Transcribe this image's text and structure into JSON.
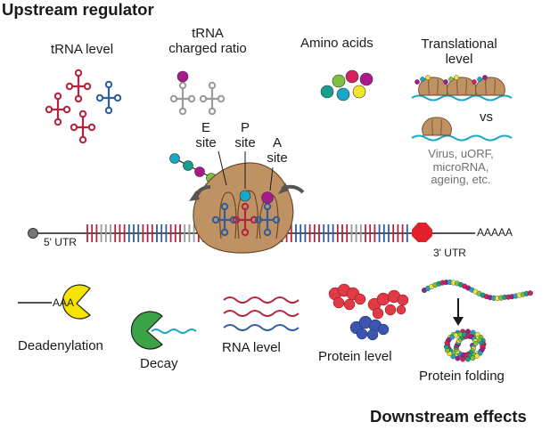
{
  "headers": {
    "upstream": "Upstream regulator",
    "downstream": "Downstream effects"
  },
  "upstream_items": {
    "trna_level": "tRNA level",
    "trna_charged_ratio": [
      "tRNA",
      "charged ratio"
    ],
    "amino_acids": "Amino acids",
    "translational_level": [
      "Translational",
      "level"
    ],
    "vs": "vs",
    "causes": [
      "Virus, uORF,",
      "microRNA,",
      "ageing, etc."
    ]
  },
  "ribosome_sites": {
    "e": [
      "E",
      "site"
    ],
    "p": [
      "P",
      "site"
    ],
    "a": [
      "A",
      "site"
    ]
  },
  "mrna": {
    "utr5": "5' UTR",
    "utr3": "3' UTR",
    "polya": "AAAAA"
  },
  "downstream_items": {
    "polya_short": "AAA",
    "deadenylation": "Deadenylation",
    "decay": "Decay",
    "rna_level": "RNA level",
    "protein_level": "Protein level",
    "protein_folding": "Protein folding"
  },
  "colors": {
    "trna_red": "#b5243d",
    "trna_blue": "#2f5d9e",
    "trna_grey": "#9a9a9a",
    "ribosome": "#bf9264",
    "ribosome_outline": "#6b4a2b",
    "stop_hexagon": "#e0202a",
    "pacman_yellow": "#f5e400",
    "pacman_green": "#3aa345",
    "protein_red": "#e23a45",
    "protein_blue": "#3b55b0",
    "bead_magenta": "#a8198c",
    "bead_cyan": "#18a8c5",
    "bead_yellow": "#f2e62c",
    "bead_green": "#7cc242",
    "bead_teal": "#14a08c",
    "bead_pink": "#d61f5e"
  }
}
